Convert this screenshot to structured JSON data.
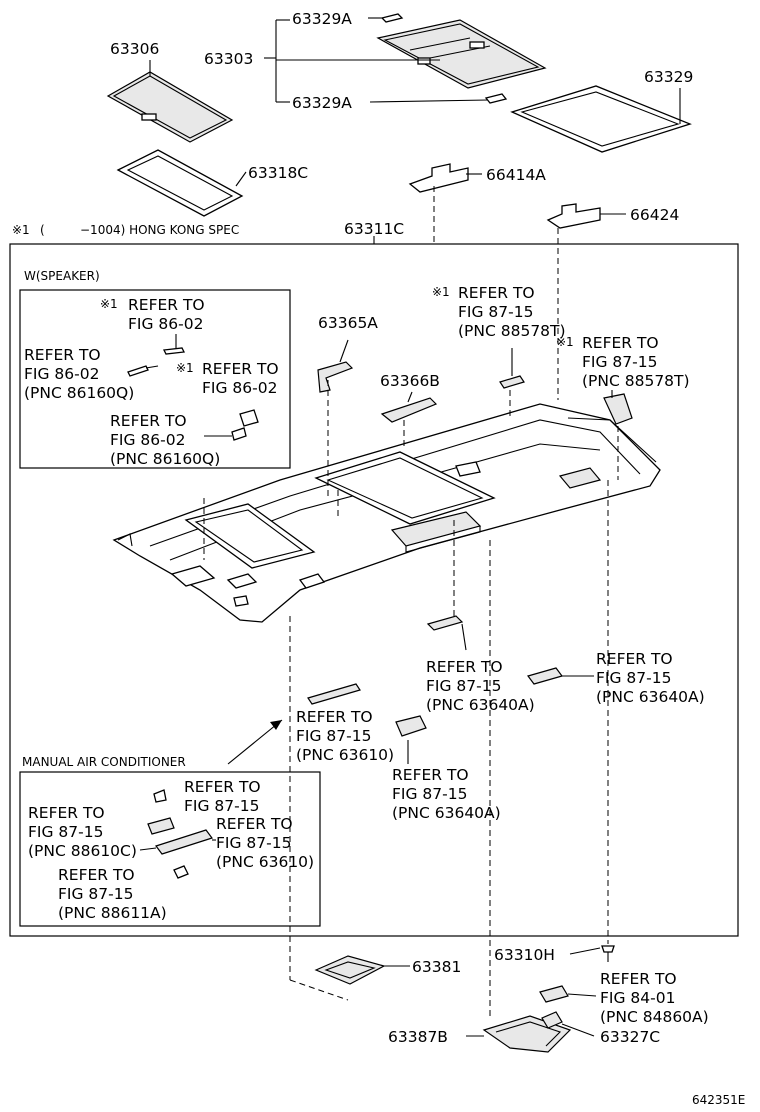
{
  "diagram_code": "642351E",
  "note": {
    "mark": "※1",
    "paren_open": "(",
    "text": "−1004) HONG KONG SPEC"
  },
  "boxes": {
    "speaker": "W(SPEAKER)",
    "manual_ac": "MANUAL AIR CONDITIONER"
  },
  "parts": {
    "p63306": "63306",
    "p63303": "63303",
    "p63329A_top": "63329A",
    "p63329A_bottom": "63329A",
    "p63329": "63329",
    "p63318C": "63318C",
    "p66414A": "66414A",
    "p66424": "66424",
    "p63311C": "63311C",
    "p63365A": "63365A",
    "p63366B": "63366B",
    "p63310H": "63310H",
    "p63381": "63381",
    "p63387B": "63387B",
    "p63327C": "63327C"
  },
  "refs": {
    "spk1": {
      "mark": "※1",
      "l1": "REFER TO",
      "l2": "FIG 86-02"
    },
    "spk2": {
      "l1": "REFER TO",
      "l2": "FIG 86-02",
      "l3": "(PNC 86160Q)"
    },
    "spk3": {
      "mark": "※1",
      "l1": "REFER TO",
      "l2": "FIG 86-02"
    },
    "spk4": {
      "l1": "REFER TO",
      "l2": "FIG 86-02",
      "l3": "(PNC 86160Q)"
    },
    "r88578_1": {
      "mark": "※1",
      "l1": "REFER TO",
      "l2": "FIG 87-15",
      "l3": "(PNC 88578T)"
    },
    "r88578_2": {
      "mark": "※1",
      "l1": "REFER TO",
      "l2": "FIG 87-15",
      "l3": "(PNC 88578T)"
    },
    "r63640A_1": {
      "l1": "REFER TO",
      "l2": "FIG 87-15",
      "l3": "(PNC 63640A)"
    },
    "r63640A_2": {
      "l1": "REFER TO",
      "l2": "FIG 87-15",
      "l3": "(PNC 63640A)"
    },
    "r63640A_3": {
      "l1": "REFER TO",
      "l2": "FIG 87-15",
      "l3": "(PNC 63640A)"
    },
    "r63610": {
      "l1": "REFER TO",
      "l2": "FIG 87-15",
      "l3": "(PNC 63610)"
    },
    "ac1": {
      "l1": "REFER TO",
      "l2": "FIG 87-15"
    },
    "ac2": {
      "l1": "REFER TO",
      "l2": "FIG 87-15",
      "l3": "(PNC 88610C)"
    },
    "ac3": {
      "l1": "REFER TO",
      "l2": "FIG 87-15",
      "l3": "(PNC 63610)"
    },
    "ac4": {
      "l1": "REFER TO",
      "l2": "FIG 87-15",
      "l3": "(PNC 88611A)"
    },
    "r84860A": {
      "l1": "REFER TO",
      "l2": "FIG 84-01",
      "l3": "(PNC 84860A)"
    }
  }
}
